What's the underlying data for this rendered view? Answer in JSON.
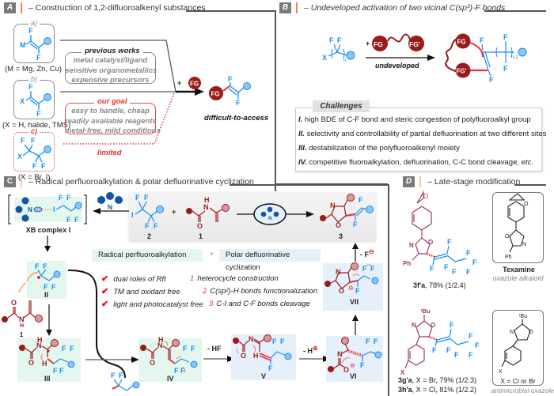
{
  "sections": {
    "A": {
      "badge": "A",
      "title": "– Construction of 1,2-difluoroalkenyl substances"
    },
    "B": {
      "badge": "B",
      "title": "– Undeveloped activation of two vicinal C(sp³)-F bonds"
    },
    "C": {
      "badge": "C",
      "title": "– Radical perfluoroalkylation & polar defluorinative cyclization"
    },
    "D": {
      "badge": "D",
      "title": "– Late-stage modification"
    }
  },
  "panelA": {
    "a_label": "a)",
    "b_label": "b)",
    "c_label": "c)",
    "a_note": "(M = Mg, Zn, Cu)",
    "b_note": "(X = H, halide, TMS)",
    "c_note": "(X = Br, I)",
    "previous_title": "previous works",
    "previous_lines": [
      "metal catalyst/ligand",
      "sensitive organometallics",
      "expensive precursors"
    ],
    "goal_title": "our goal",
    "goal_lines": [
      "easy to handle, cheap",
      "readily available reagents",
      "metal-free, mild conditions"
    ],
    "limited": "limited",
    "reagent": "FG",
    "product_caption": "difficult-to-access"
  },
  "panelB": {
    "reagent_fg": "FG",
    "reagent_fg2": "FG'",
    "arrow_label": "undeveloped",
    "subscript_n": "n",
    "subscript_n2": "n-2",
    "challenges_title": "Challenges",
    "challenges": [
      {
        "num": "I.",
        "text": "high BDE of C-F bond and steric congestion of polyfluoroalkyl group"
      },
      {
        "num": "II.",
        "text": "selectivity and controllability of partial defluorination at two different sites"
      },
      {
        "num": "III.",
        "text": "destabilization of the polyfluoroalkenyl moiety"
      },
      {
        "num": "IV.",
        "text": "competitive fluoroalkylation, defluorination, C-C bond cleavage, ",
        "tail": "etc."
      }
    ]
  },
  "panelC": {
    "xb_complex": "XB complex I",
    "cpd_2": "2",
    "cpd_1": "1",
    "cpd_3": "3",
    "int_II": "II",
    "int_III": "III",
    "int_IV": "IV",
    "int_V": "V",
    "int_VI": "VI",
    "int_VII": "VII",
    "pill_radical": "Radical perfluoroalkylation",
    "pill_plus": "+",
    "pill_polar": "Polar defluorinative cyclization",
    "checks": [
      "dual roles of RfI",
      "TM and oxidant free",
      "light and photocatalyst free"
    ],
    "features": [
      {
        "n": "1",
        "text": "heterocycle construction"
      },
      {
        "n": "2",
        "text": "C(sp²)-H bonds functionalization"
      },
      {
        "n": "3",
        "text": "C-I and C-F bonds cleavage"
      }
    ],
    "step_hf": "- HF",
    "step_h": "- H",
    "step_f": "- F"
  },
  "panelD": {
    "p1_label": "3f'a",
    "p1_yield": ", 78% (1/2.4)",
    "nat1_name": "Texamine",
    "nat1_class": "oxazole alkaloid",
    "p2_label_a": "3g'a",
    "p2_yield_a": ", X = Br, 79% (1/2.3)",
    "p2_label_b": "3h'a",
    "p2_yield_b": ", X = Cl, 81% (1/2.2)",
    "nat2_x": "X = Cl or Br",
    "nat2_class": "antimicrobial oxazole",
    "tbu": "ᵗBu",
    "ph": "Ph",
    "x": "X"
  },
  "colors": {
    "accent_orange": "#f08a4b",
    "blue": "#1a8cf0",
    "dark_red": "#9b1b1b",
    "red": "#e53030",
    "mint": "#e4f7ee",
    "light_blue": "#e6f0fb"
  }
}
